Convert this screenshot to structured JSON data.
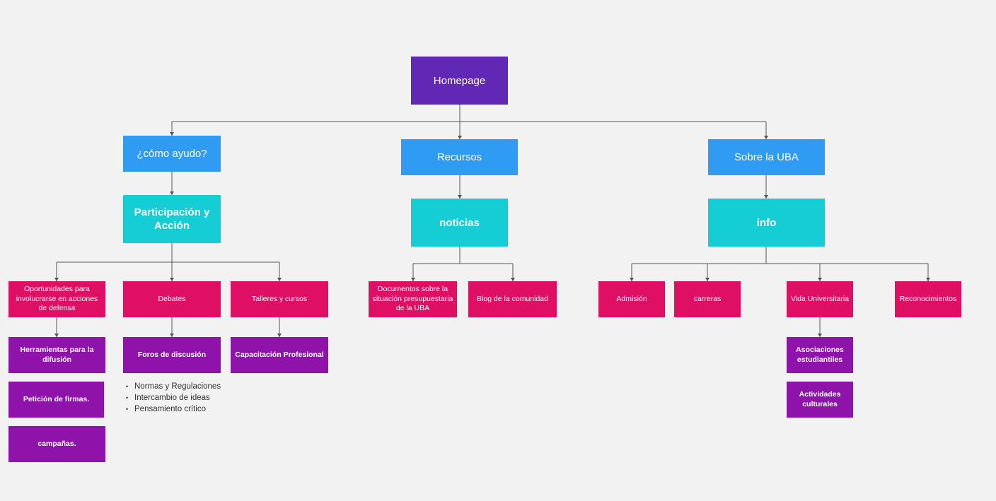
{
  "diagram": {
    "root": "Homepage",
    "level1": {
      "como_ayudo": "¿cómo ayudo?",
      "recursos": "Recursos",
      "sobre_uba": "Sobre la UBA"
    },
    "level2": {
      "participacion": "Participación y Acción",
      "noticias": "noticias",
      "info": "info"
    },
    "participacion_children": {
      "oportunidades": "Oportunidades para involucrarse en acciones de defensa",
      "debates": "Debates",
      "talleres": "Talleres y cursos"
    },
    "oportunidades_children": {
      "herramientas": "Herramientas para la difusión",
      "peticion": "Petición de firmas.",
      "campanas": "campañas."
    },
    "debates_children": {
      "foros": "Foros de discusión",
      "bullets": [
        "Normas y Regulaciones",
        "Intercambio de ideas",
        "Pensamiento crítico"
      ]
    },
    "talleres_children": {
      "capacitacion": "Capacitación Profesional"
    },
    "noticias_children": {
      "documentos": "Documentos sobre la situación presupuestaria de la UBA",
      "blog": "Blog de la comunidad"
    },
    "info_children": {
      "admision": "Admisión",
      "carreras": "carreras",
      "vida": "Vida Universitaria",
      "reconocimientos": "Reconocimientos"
    },
    "vida_children": {
      "asociaciones": "Asociaciones estudiantiles",
      "actividades": "Actividades culturales"
    },
    "colors": {
      "background": "#f2f2f2",
      "root": "#6128b5",
      "section": "#2f9bf2",
      "subsection": "#14cdd5",
      "item": "#df0f63",
      "subitem": "#8e13ab",
      "connector": "#555555"
    }
  }
}
